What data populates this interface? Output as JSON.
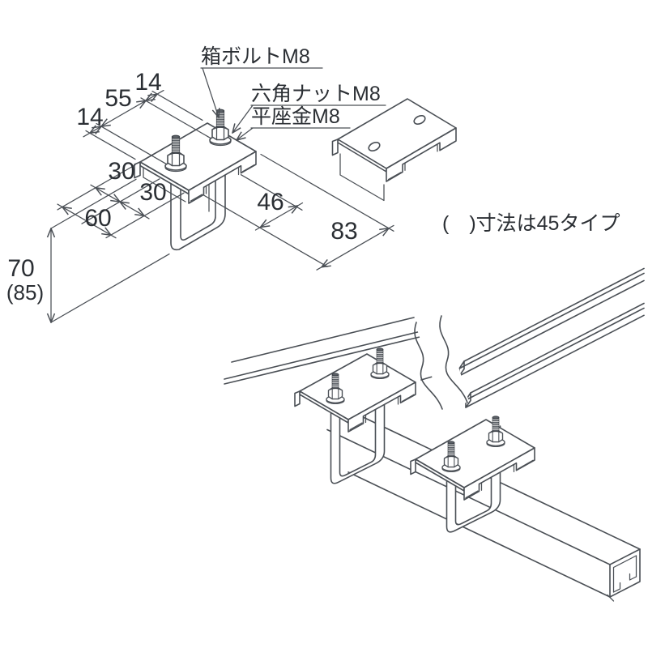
{
  "title": "hanger-bracket-technical-diagram",
  "labels": {
    "box_bolt": "箱ボルトM8",
    "hex_nut": "六角ナットM8",
    "flat_washer": "平座金M8"
  },
  "note": {
    "text": "(　)寸法は45タイプ"
  },
  "dims": {
    "top14": "14",
    "top55": "55",
    "left14": "14",
    "mid30a": "30",
    "mid30b": "30",
    "left60": "60",
    "right46": "46",
    "right83": "83",
    "height70": "70",
    "height85": "(85)"
  },
  "colors": {
    "line": "#4a4f55",
    "text": "#2b2f34",
    "background": "#ffffff"
  }
}
